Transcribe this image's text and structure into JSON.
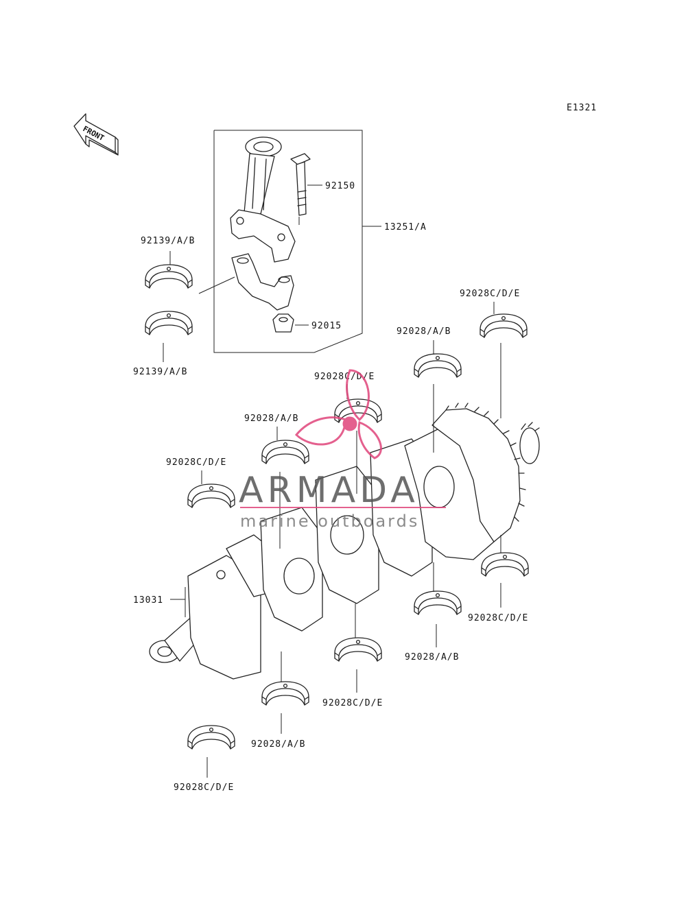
{
  "diagram_code": "E1321",
  "front_label": "FRONT",
  "watermark": {
    "title": "ARMADA",
    "subtitle": "marine outboards",
    "color": "#e0457b",
    "text_color": "#555555"
  },
  "parts": [
    {
      "id": "p92150",
      "number": "92150"
    },
    {
      "id": "p13251",
      "number": "13251/A"
    },
    {
      "id": "p92139a",
      "number": "92139/A/B"
    },
    {
      "id": "p92139b",
      "number": "92139/A/B"
    },
    {
      "id": "p92015",
      "number": "92015"
    },
    {
      "id": "p92028c_1",
      "number": "92028C/D/E"
    },
    {
      "id": "p92028_1",
      "number": "92028/A/B"
    },
    {
      "id": "p92028c_2",
      "number": "92028C/D/E"
    },
    {
      "id": "p92028_2",
      "number": "92028/A/B"
    },
    {
      "id": "p92028c_3",
      "number": "92028C/D/E"
    },
    {
      "id": "p13031",
      "number": "13031"
    },
    {
      "id": "p92028c_4",
      "number": "92028C/D/E"
    },
    {
      "id": "p92028_3",
      "number": "92028/A/B"
    },
    {
      "id": "p92028c_5",
      "number": "92028C/D/E"
    },
    {
      "id": "p92028_4",
      "number": "92028/A/B"
    },
    {
      "id": "p92028c_6",
      "number": "92028C/D/E"
    }
  ]
}
